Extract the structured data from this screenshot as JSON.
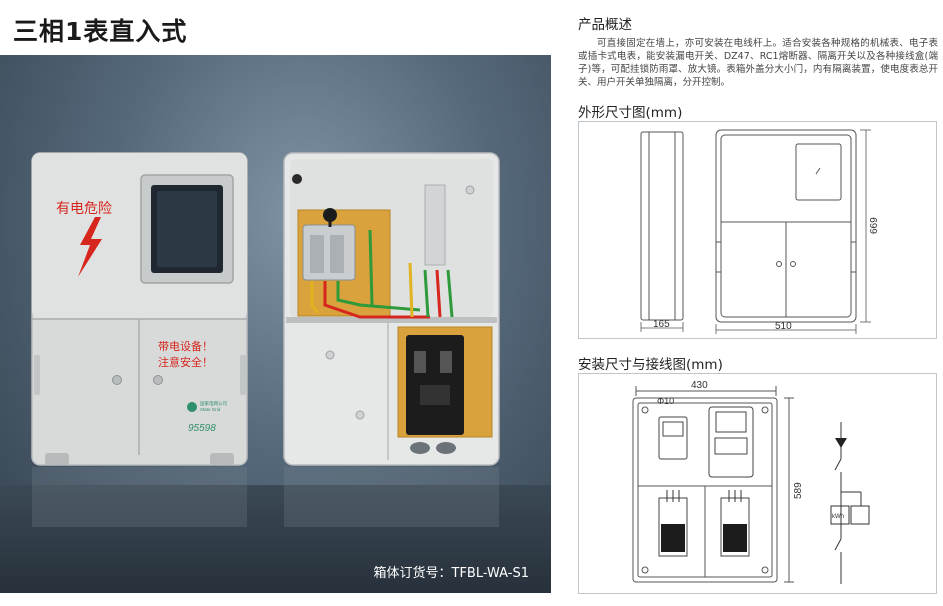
{
  "title": "三相1表直入式",
  "photo": {
    "caption": "箱体订货号：TFBL-WA-S1",
    "front_box": {
      "danger_text": "有电危险",
      "warning_line1": "带电设备！",
      "warning_line2": "注意安全！",
      "logo_text": "国家电网公司",
      "logo_sub": "State Grid",
      "hotline": "95598"
    }
  },
  "overview": {
    "heading": "产品概述",
    "text": "可直接固定在墙上，亦可安装在电线杆上。适合安装各种规格的机械表、电子表或插卡式电表，能安装漏电开关、DZ47、RC1熔断器、隔离开关以及各种接线盒(端子)等，可配挂锁防雨罩、放大镜。表箱外盖分大小门，内有隔离装置，使电度表总开关、用户开关单独隔离，分开控制。"
  },
  "outline": {
    "heading": "外形尺寸图(mm)",
    "dim_depth": "165",
    "dim_width": "510",
    "dim_height": "669"
  },
  "install": {
    "heading": "安装尺寸与接线图(mm)",
    "dim_width": "430",
    "dim_hole": "Φ10",
    "dim_height": "589",
    "kwh_label": "kWh"
  },
  "colors": {
    "background_photo": "#55687a",
    "box_body": "#dcdedd",
    "danger_red": "#d6261e",
    "breaker_black": "#1c1c1c",
    "panel_orange": "#d9a23c"
  }
}
